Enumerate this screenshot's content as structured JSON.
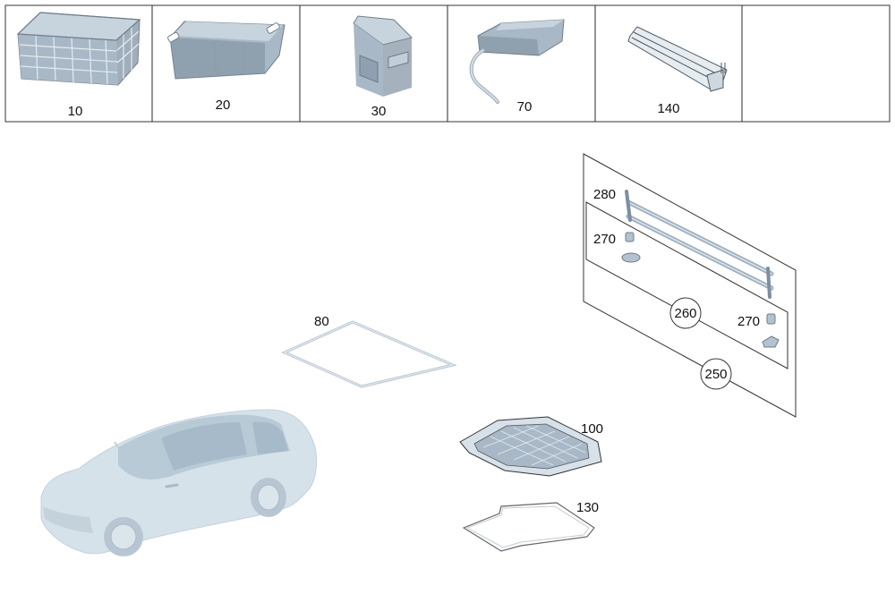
{
  "thumbnails": [
    {
      "number": "10",
      "icon": "folding-crate-icon"
    },
    {
      "number": "20",
      "icon": "storage-tray-icon"
    },
    {
      "number": "30",
      "icon": "cool-box-icon"
    },
    {
      "number": "70",
      "icon": "cable-pouch-icon"
    },
    {
      "number": "140",
      "icon": "roof-rail-bar-icon"
    },
    {
      "number": "",
      "icon": ""
    }
  ],
  "parts": {
    "p280": "280",
    "p270a": "270",
    "p260": "260",
    "p270b": "270",
    "p250": "250",
    "p80": "80",
    "p100": "100",
    "p130": "130"
  },
  "colors": {
    "part_blue": "#a9b8c6",
    "part_outline": "#6f7c88",
    "car_body": "#d6e2ea"
  }
}
